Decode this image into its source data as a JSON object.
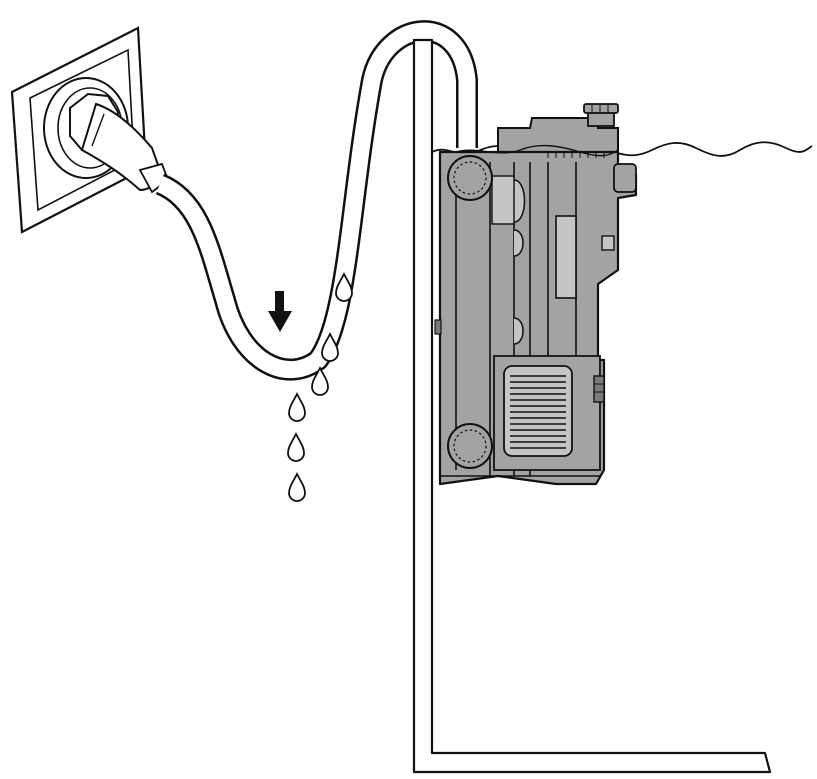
{
  "diagram": {
    "kind": "illustration",
    "scene": "aquarium-filter-drip-loop",
    "colors": {
      "line": "#111111",
      "body": "#a3a3a3",
      "body_dark": "#7a7a7a",
      "body_light": "#c4c4c4",
      "background": "#ffffff",
      "water": "#111111"
    },
    "icons": [
      "wall-socket-icon",
      "plug-icon",
      "down-arrow-icon",
      "water-drop-icon"
    ],
    "drop_count": 6
  }
}
